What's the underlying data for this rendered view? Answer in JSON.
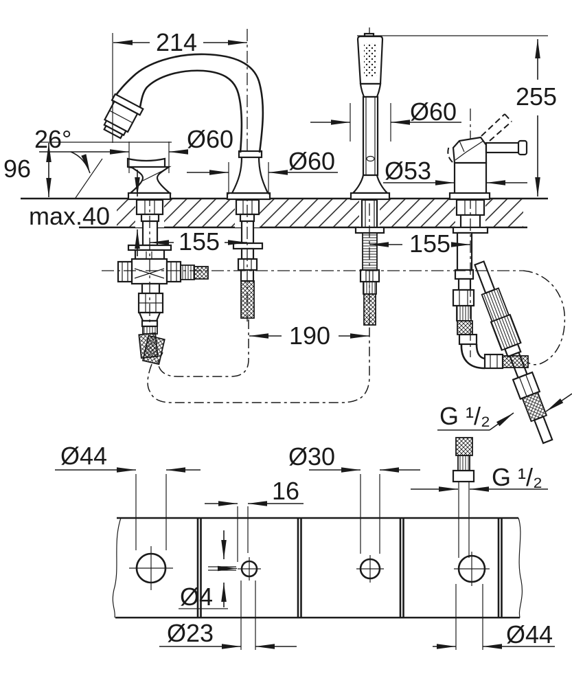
{
  "colors": {
    "background": "#ffffff",
    "ink": "#1a1a1a"
  },
  "elevation": {
    "dims": {
      "spout_reach": "214",
      "overall_height": "255",
      "spout_angle": "26°",
      "outlet_height": "96",
      "deck_thickness": "max.40",
      "handle_diameter": "Ø60",
      "spout_base_diameter": "Ø60",
      "handshower_diameter": "Ø60",
      "mixer_diameter": "Ø53",
      "left_spacing": "155",
      "right_spacing": "155",
      "hose_spacing": "190",
      "thread_diagonal": "G ¹/₂",
      "thread_vertical": "G ¹/₂"
    }
  },
  "plan": {
    "dims": {
      "hole1_diameter": "Ø44",
      "pin_hole_diameter": "Ø4",
      "hole2_diameter": "Ø23",
      "pin_offset": "16",
      "hole3_diameter": "Ø30",
      "hole4_diameter": "Ø44"
    }
  }
}
